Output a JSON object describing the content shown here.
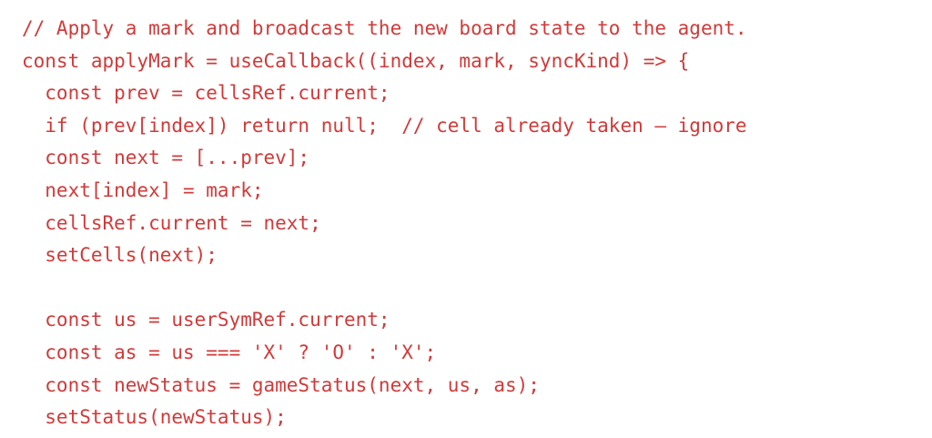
{
  "code": {
    "lines": [
      "// Apply a mark and broadcast the new board state to the agent.",
      "const applyMark = useCallback((index, mark, syncKind) => {",
      "  const prev = cellsRef.current;",
      "  if (prev[index]) return null;  // cell already taken — ignore",
      "  const next = [...prev];",
      "  next[index] = mark;",
      "  cellsRef.current = next;",
      "  setCells(next);",
      "",
      "  const us = userSymRef.current;",
      "  const as = us === 'X' ? 'O' : 'X';",
      "  const newStatus = gameStatus(next, us, as);",
      "  setStatus(newStatus);"
    ],
    "text_color": "#d03a3a",
    "background_color": "#ffffff"
  }
}
